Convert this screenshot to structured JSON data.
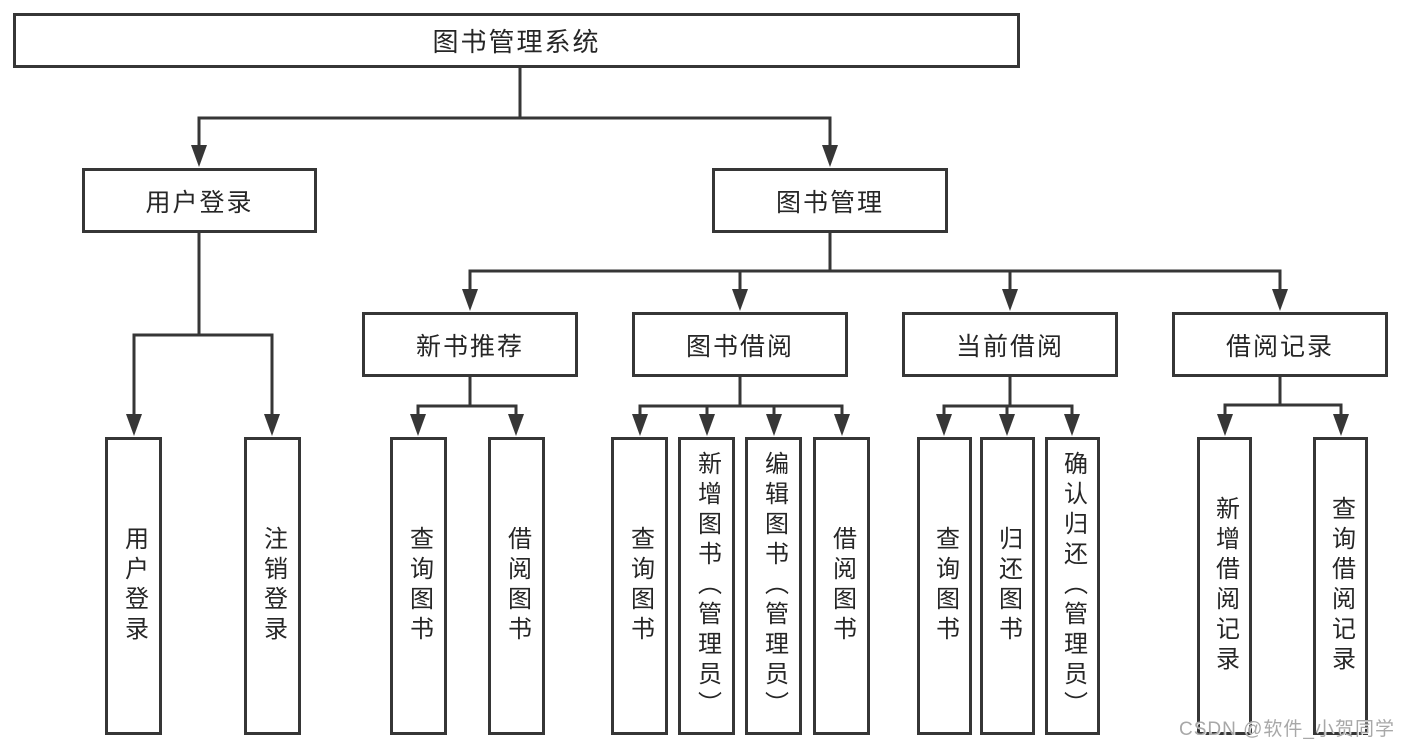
{
  "root": {
    "label": "图书管理系统"
  },
  "level2": [
    {
      "label": "用户登录"
    },
    {
      "label": "图书管理"
    }
  ],
  "level3": [
    {
      "label": "新书推荐"
    },
    {
      "label": "图书借阅"
    },
    {
      "label": "当前借阅"
    },
    {
      "label": "借阅记录"
    }
  ],
  "leaves": [
    {
      "label": "用户登录"
    },
    {
      "label": "注销登录"
    },
    {
      "label": "查询图书"
    },
    {
      "label": "借阅图书"
    },
    {
      "label": "查询图书"
    },
    {
      "label": "新增图书（管理员）"
    },
    {
      "label": "编辑图书（管理员）"
    },
    {
      "label": "借阅图书"
    },
    {
      "label": "查询图书"
    },
    {
      "label": "归还图书"
    },
    {
      "label": "确认归还（管理员）"
    },
    {
      "label": "新增借阅记录"
    },
    {
      "label": "查询借阅记录"
    }
  ],
  "watermark": {
    "text": "CSDN @软件_小贺同学"
  },
  "colors": {
    "line": "#363636",
    "text": "#262626",
    "watermark": "#a8a8a8",
    "background": "#ffffff"
  }
}
